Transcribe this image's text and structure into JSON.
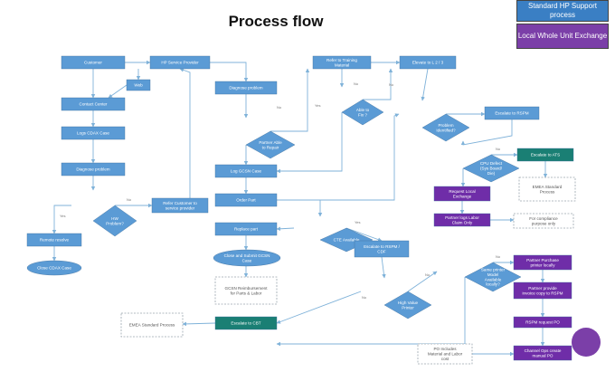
{
  "title": "Process flow",
  "legend": {
    "hp": "Standard HP Support process",
    "local": "Local Whole Unit Exchange"
  },
  "colors": {
    "hp_blue": "#5b9bd5",
    "local_purple": "#6f2da8",
    "teal": "#1a7f74",
    "arrow": "#7fb2d9",
    "dashed": "#9aa5ae"
  },
  "nodes": {
    "customer": "Customer",
    "web": "Web",
    "contact_center": "Contact Center",
    "log_cdax": "Logs CDAX Case",
    "diagnose_cc": "Diagnose problem",
    "hw_problem": "HW Problem?",
    "refer_customer": "Refer Customer to service provider",
    "remote_resolve": "Remote resolve",
    "close_cdax": "Close CDAX Case",
    "hp_service_provider": "HP Service Provider",
    "diagnose_sp": "Diagnose problem",
    "partner_able_repair": "Partner Able to Repair",
    "log_gcsn": "Log GCSN Case",
    "order_part": "Order Part",
    "replace_part": "Replace part",
    "close_submit": "Close and Submit GCSN Case",
    "gcsn_reimb": "GCSN Reimbursement for Parts & Labor",
    "refer_training": "Refer to Training Material",
    "able_to_fix": "Able to Fix ?",
    "elevate": "Elevate to L 2 / 3",
    "problem_identified": "Problem Identified?",
    "escalate_rspm_top": "Escalate to RSPM",
    "cpu_defect": "CPU Defect (Sys Board/ Die)",
    "escalate_ats": "Escalate to ATS",
    "emea_std_right": "EMEA Standard Process",
    "request_local_exchange": "Request Local Exchange",
    "partner_logs_labor": "Partner logs Labor Claim Only",
    "for_compliance": "For compliance purpose only",
    "cte_available": "CTE Available",
    "escalate_rspm_mid": "Escalate to RSPM / CDF",
    "high_value_printer": "High Value Printer",
    "same_printer": "Same printer Model Available locally?",
    "partner_purchase": "Partner Purchase printer locally",
    "partner_invoice": "Partner provide invoice copy to RSPM",
    "rspm_request_po": "RSPM request PO",
    "channel_ops": "Channel Ops create manual PO",
    "po_includes": "PO Includes Material and Labor cost",
    "escalate_cbt": "Escalate to CBT",
    "emea_std_left": "EMEA Standard Process"
  },
  "edge_labels": {
    "yes": "Yes",
    "no": "No"
  }
}
